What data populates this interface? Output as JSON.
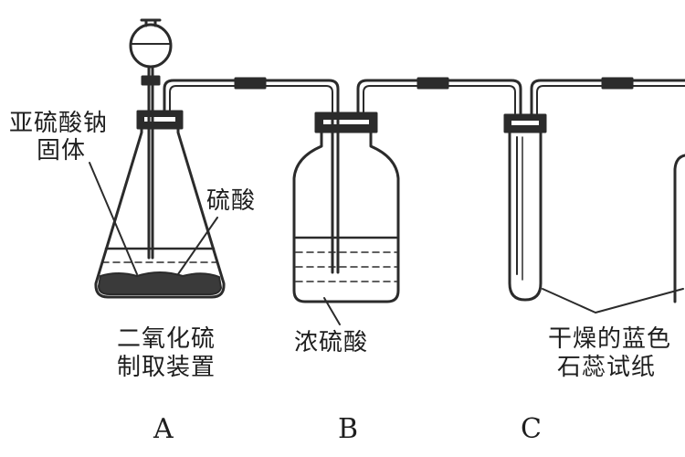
{
  "labels": {
    "solid_line1": "亚硫酸钠",
    "solid_line2": "固体",
    "sulfuric_acid": "硫酸",
    "apparatus_line1": "二氧化硫",
    "apparatus_line2": "制取装置",
    "conc_acid": "浓硫酸",
    "paper_line1": "干燥的蓝色",
    "paper_line2": "石蕊试纸"
  },
  "letters": {
    "a": "A",
    "b": "B",
    "c": "C"
  }
}
